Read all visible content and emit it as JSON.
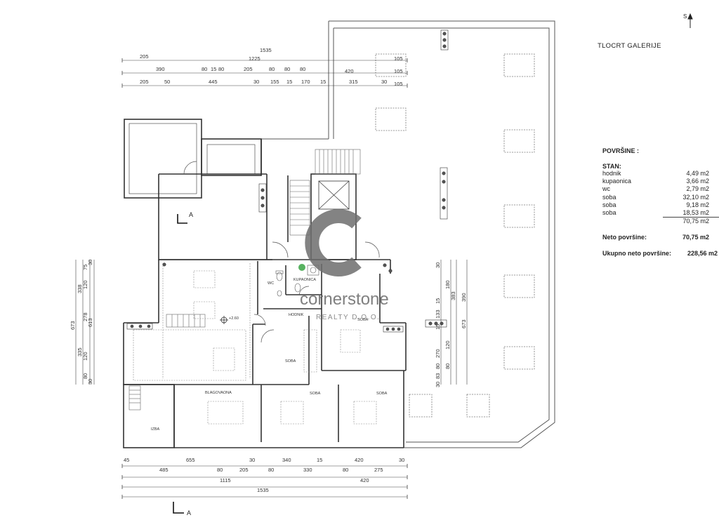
{
  "title": "TLOCRT GALERIJE",
  "north_label": "S",
  "section_label": "A",
  "elevation_label": "+2.60",
  "watermark": {
    "brand": "cornerstone",
    "sub": "REALTY D.O.O."
  },
  "areas": {
    "heading": "POVRŠINE :",
    "group_label": "STAN:",
    "rows": [
      {
        "name": "hodnik",
        "value": "4,49 m2"
      },
      {
        "name": "kupaonica",
        "value": "3,66 m2"
      },
      {
        "name": "wc",
        "value": "2,79 m2"
      },
      {
        "name": "soba",
        "value": "32,10 m2"
      },
      {
        "name": "soba",
        "value": "9,18 m2"
      },
      {
        "name": "soba",
        "value": "18,53 m2"
      }
    ],
    "subtotal": "70,75 m2",
    "net_label": "Neto površine:",
    "net_value": "70,75 m2",
    "total_label": "Ukupno neto površine:",
    "total_value": "228,56 m2"
  },
  "rooms": {
    "wc": "WC",
    "kupaonica": "KUPAONICA",
    "hodnik": "HODNIK",
    "soba_a": "SOBA",
    "soba_b": "SOBA",
    "soba_c": "SOBA",
    "soba_d": "SOBA",
    "blagovaona": "BLAGOVAONA",
    "izba": "IZBA"
  },
  "dims": {
    "top": {
      "r1": [
        "1535"
      ],
      "r2": [
        "205",
        "1225",
        "105"
      ],
      "r3": [
        "390",
        "80",
        "15",
        "80",
        "205",
        "80",
        "80",
        "80",
        "420",
        "105"
      ],
      "r4": [
        "205",
        "50",
        "445",
        "30",
        "155",
        "15",
        "170",
        "15",
        "315",
        "30",
        "105"
      ]
    },
    "bottom": {
      "r1": [
        "45",
        "655",
        "30",
        "340",
        "15",
        "420",
        "30"
      ],
      "r2": [
        "485",
        "80",
        "205",
        "80",
        "330",
        "80",
        "275"
      ],
      "r3": [
        "1115",
        "420"
      ],
      "r4": [
        "1535"
      ]
    },
    "left": {
      "c1": [
        "673"
      ],
      "c2": [
        "338",
        "335"
      ],
      "c3": [
        "75",
        "120",
        "278",
        "120",
        "80"
      ],
      "c4": [
        "30",
        "613",
        "30"
      ]
    },
    "right": {
      "c1": [
        "30",
        "15",
        "133",
        "15",
        "270",
        "80",
        "83",
        "30"
      ],
      "c2": [
        "180",
        "120",
        "80"
      ],
      "c3": [
        "383"
      ],
      "c4": [
        "390",
        "673"
      ]
    }
  }
}
